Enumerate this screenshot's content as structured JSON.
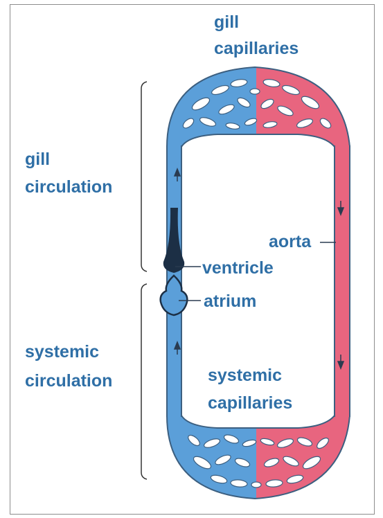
{
  "labels": {
    "gill_capillaries_1": "gill",
    "gill_capillaries_2": "capillaries",
    "gill_circulation_1": "gill",
    "gill_circulation_2": "circulation",
    "aorta": "aorta",
    "ventricle": "ventricle",
    "atrium": "atrium",
    "systemic_circulation_1": "systemic",
    "systemic_circulation_2": "circulation",
    "systemic_capillaries_1": "systemic",
    "systemic_capillaries_2": "capillaries"
  },
  "colors": {
    "deoxygenated": "#5b9fd9",
    "oxygenated": "#e8657f",
    "vessel_outline": "#3c5f80",
    "label_text": "#2f6fa6",
    "heart_dark": "#1c2f45"
  }
}
